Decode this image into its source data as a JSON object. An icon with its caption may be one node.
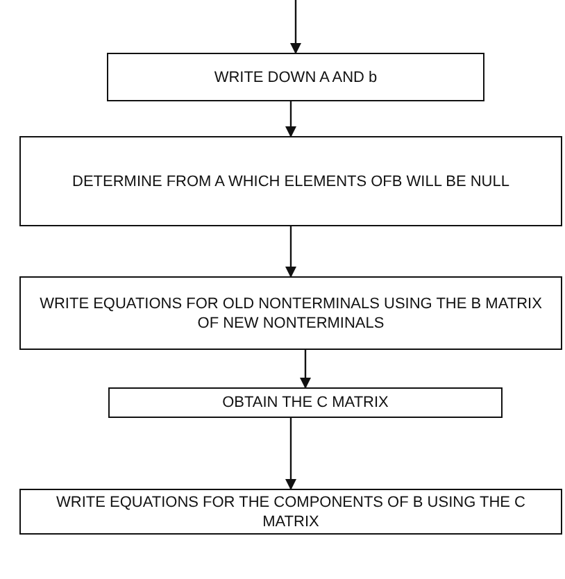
{
  "diagram": {
    "nodes": [
      {
        "text": [
          "WRITE DOWN A AND b"
        ]
      },
      {
        "text": [
          "DETERMINE FROM A WHICH ELEMENTS OFB WILL BE NULL"
        ]
      },
      {
        "text": [
          "WRITE EQUATIONS FOR OLD NONTERMINALS USING THE B MATRIX OF NEW NONTERMINALS"
        ]
      },
      {
        "text": [
          "OBTAIN THE C MATRIX"
        ]
      },
      {
        "text": [
          "WRITE EQUATIONS FOR THE COMPONENTS OF B USING THE C MATRIX"
        ]
      }
    ],
    "edges": [
      {
        "from": null,
        "to": 0,
        "arrow": "to"
      },
      {
        "from": 0,
        "to": 1,
        "arrow": "to"
      },
      {
        "from": 1,
        "to": 2,
        "arrow": "to"
      },
      {
        "from": 2,
        "to": 3,
        "arrow": "to"
      },
      {
        "from": 3,
        "to": 4,
        "arrow": "to"
      }
    ]
  }
}
